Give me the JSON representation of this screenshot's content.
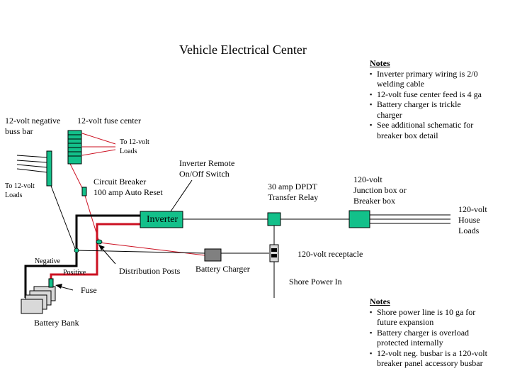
{
  "title": "Vehicle Electrical Center",
  "colors": {
    "component_fill": "#13C08A",
    "component_stroke": "#000000",
    "positive_wire": "#CC1122",
    "negative_wire": "#000000",
    "charger_fill": "#808080",
    "battery_fill": "#D9D9D9",
    "receptacle_fill": "#D9D9D9"
  },
  "labels": {
    "neg_busbar": [
      "12-volt negative",
      "buss bar"
    ],
    "fuse_center": "12-volt fuse center",
    "fuse_loads": [
      "To 12-volt",
      "Loads"
    ],
    "busbar_loads": [
      "To 12-volt",
      "Loads"
    ],
    "circuit_breaker": [
      "Circuit Breaker",
      "100 amp Auto Reset"
    ],
    "inverter_remote": [
      "Inverter Remote",
      "On/Off Switch"
    ],
    "inverter": "Inverter",
    "transfer_relay": [
      "30 amp DPDT",
      "Transfer Relay"
    ],
    "junction_box": [
      "120-volt",
      "Junction box or",
      "Breaker box"
    ],
    "house_loads": [
      "120-volt",
      "House",
      "Loads"
    ],
    "receptacle": "120-volt receptacle",
    "shore_power": "Shore Power In",
    "battery_charger": "Battery Charger",
    "distribution_posts": "Distribution Posts",
    "negative": "Negative",
    "positive": "Positive",
    "fuse": "Fuse",
    "battery_bank": "Battery Bank"
  },
  "notes_top": {
    "heading": "Notes",
    "items": [
      [
        "Inverter primary wiring is 2/0",
        "welding cable"
      ],
      [
        "12-volt fuse center feed is 4 ga"
      ],
      [
        "Battery charger is trickle",
        "charger"
      ],
      [
        "See additional schematic for",
        "breaker box detail"
      ]
    ]
  },
  "notes_bottom": {
    "heading": "Notes",
    "items": [
      [
        "Shore power line is 10 ga for",
        "future expansion"
      ],
      [
        "Battery charger is overload",
        "protected internally"
      ],
      [
        "12-volt neg. busbar is a 120-volt",
        "breaker panel accessory busbar"
      ]
    ]
  }
}
